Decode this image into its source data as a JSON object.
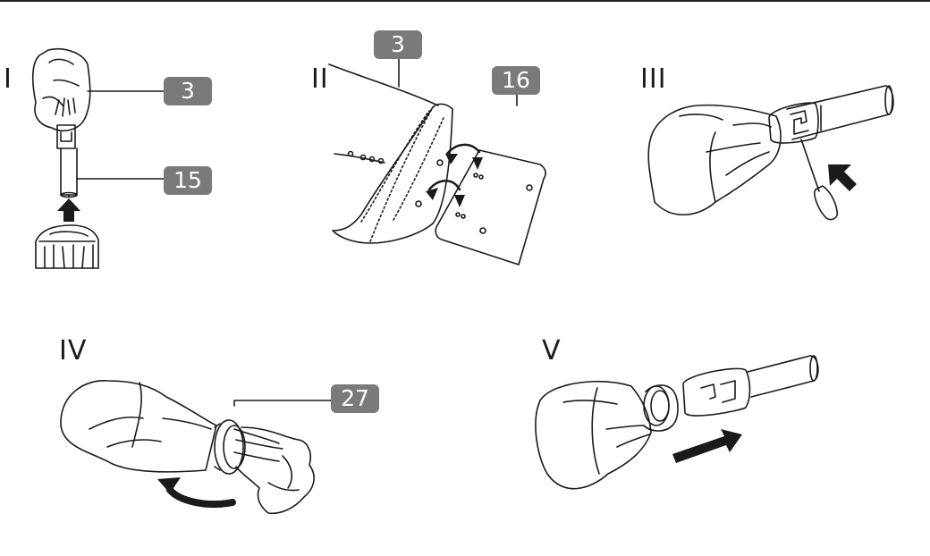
{
  "steps": {
    "step1": {
      "numeral": "I",
      "labels": [
        "3",
        "15"
      ]
    },
    "step2": {
      "numeral": "II",
      "labels": [
        "3",
        "16"
      ]
    },
    "step3": {
      "numeral": "III"
    },
    "step4": {
      "numeral": "IV",
      "labels": [
        "27"
      ]
    },
    "step5": {
      "numeral": "V"
    }
  },
  "colors": {
    "line": "#1a1a1a",
    "badge": "#7a7a7a",
    "badge_text": "#ffffff"
  }
}
